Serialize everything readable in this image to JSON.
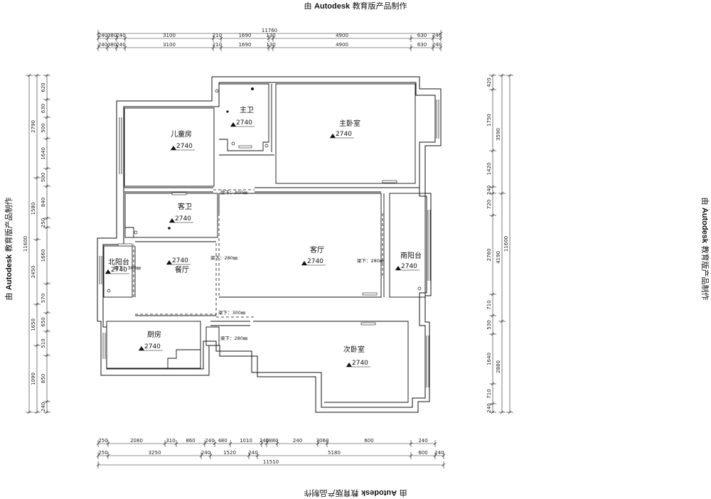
{
  "watermark": {
    "prefix": "由",
    "brand": "Autodesk",
    "suffix": "教育版产品制作"
  },
  "rooms": {
    "master_bath": {
      "name": "主卫",
      "level": "2740"
    },
    "master_bedroom": {
      "name": "主卧室",
      "level": "2740"
    },
    "kids_room": {
      "name": "儿童房",
      "level": "2740"
    },
    "guest_bath": {
      "name": "客卫",
      "level": "2740"
    },
    "living_room": {
      "name": "客厅",
      "level": "2740"
    },
    "north_balcony": {
      "name": "北阳台",
      "level": "2740"
    },
    "dining_room": {
      "name": "餐厅",
      "level": "2740"
    },
    "south_balcony": {
      "name": "南阳台",
      "level": "2740"
    },
    "kitchen": {
      "name": "厨房",
      "level": "2740"
    },
    "second_bedroom": {
      "name": "次卧室",
      "level": "2740"
    }
  },
  "beams": [
    "梁下：300㎜",
    "梁下：280㎜",
    "梁下：300㎜",
    "梁下：280㎜",
    "梁下：300㎜",
    "梁下：280㎜"
  ],
  "dims": {
    "top_total": "11760",
    "top_row1": [
      "240",
      "380",
      "240",
      "3100",
      "210",
      "1690",
      "130",
      "4900",
      "630",
      "240"
    ],
    "top_row2": [
      "240",
      "380",
      "240",
      "3100",
      "210",
      "1690",
      "130",
      "4900",
      "630",
      "240"
    ],
    "bottom_row1": [
      "250",
      "2080",
      "310",
      "860",
      "240",
      "480",
      "1010",
      "240",
      "1880",
      "240",
      "3060",
      "600",
      "240"
    ],
    "bottom_row2": [
      "250",
      "3250",
      "240",
      "1520",
      "240",
      "5180",
      "600",
      "240"
    ],
    "bottom_total": "11510",
    "left_total": "11600",
    "left_outer": [
      "2790",
      "1580",
      "2450",
      "1650",
      "1090"
    ],
    "left_inner": [
      "620",
      "630",
      "500",
      "1640",
      "500",
      "840",
      "250",
      "1660",
      "570",
      "650",
      "510",
      "850",
      "240"
    ],
    "right_total": "11600",
    "right_outer": [
      "3590",
      "4190",
      "2880"
    ],
    "right_inner": [
      "420",
      "1750",
      "1420",
      "240",
      "720",
      "2760",
      "710",
      "530",
      "1640",
      "710",
      "240"
    ]
  }
}
